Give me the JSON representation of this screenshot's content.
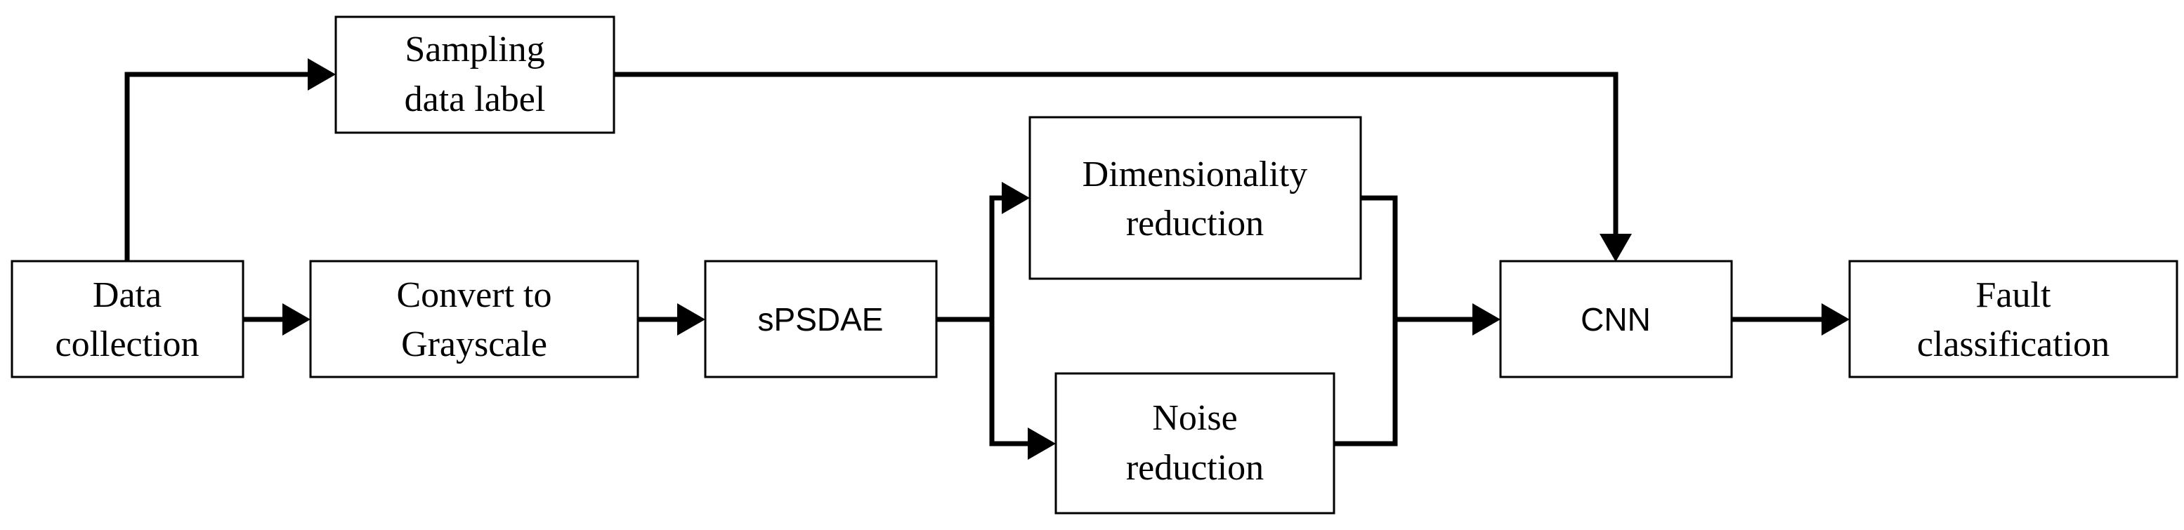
{
  "nodes": {
    "sampling_label": {
      "line1": "Sampling",
      "line2": "data label"
    },
    "data_collection": {
      "line1": "Data",
      "line2": "collection"
    },
    "grayscale": {
      "line1": "Convert to",
      "line2": "Grayscale"
    },
    "spsdae": {
      "label": "sPSDAE"
    },
    "dim_reduction": {
      "line1": "Dimensionality",
      "line2": "reduction"
    },
    "noise_reduction": {
      "line1": "Noise",
      "line2": "reduction"
    },
    "cnn": {
      "label": "CNN"
    },
    "fault_class": {
      "line1": "Fault",
      "line2": "classification"
    }
  }
}
